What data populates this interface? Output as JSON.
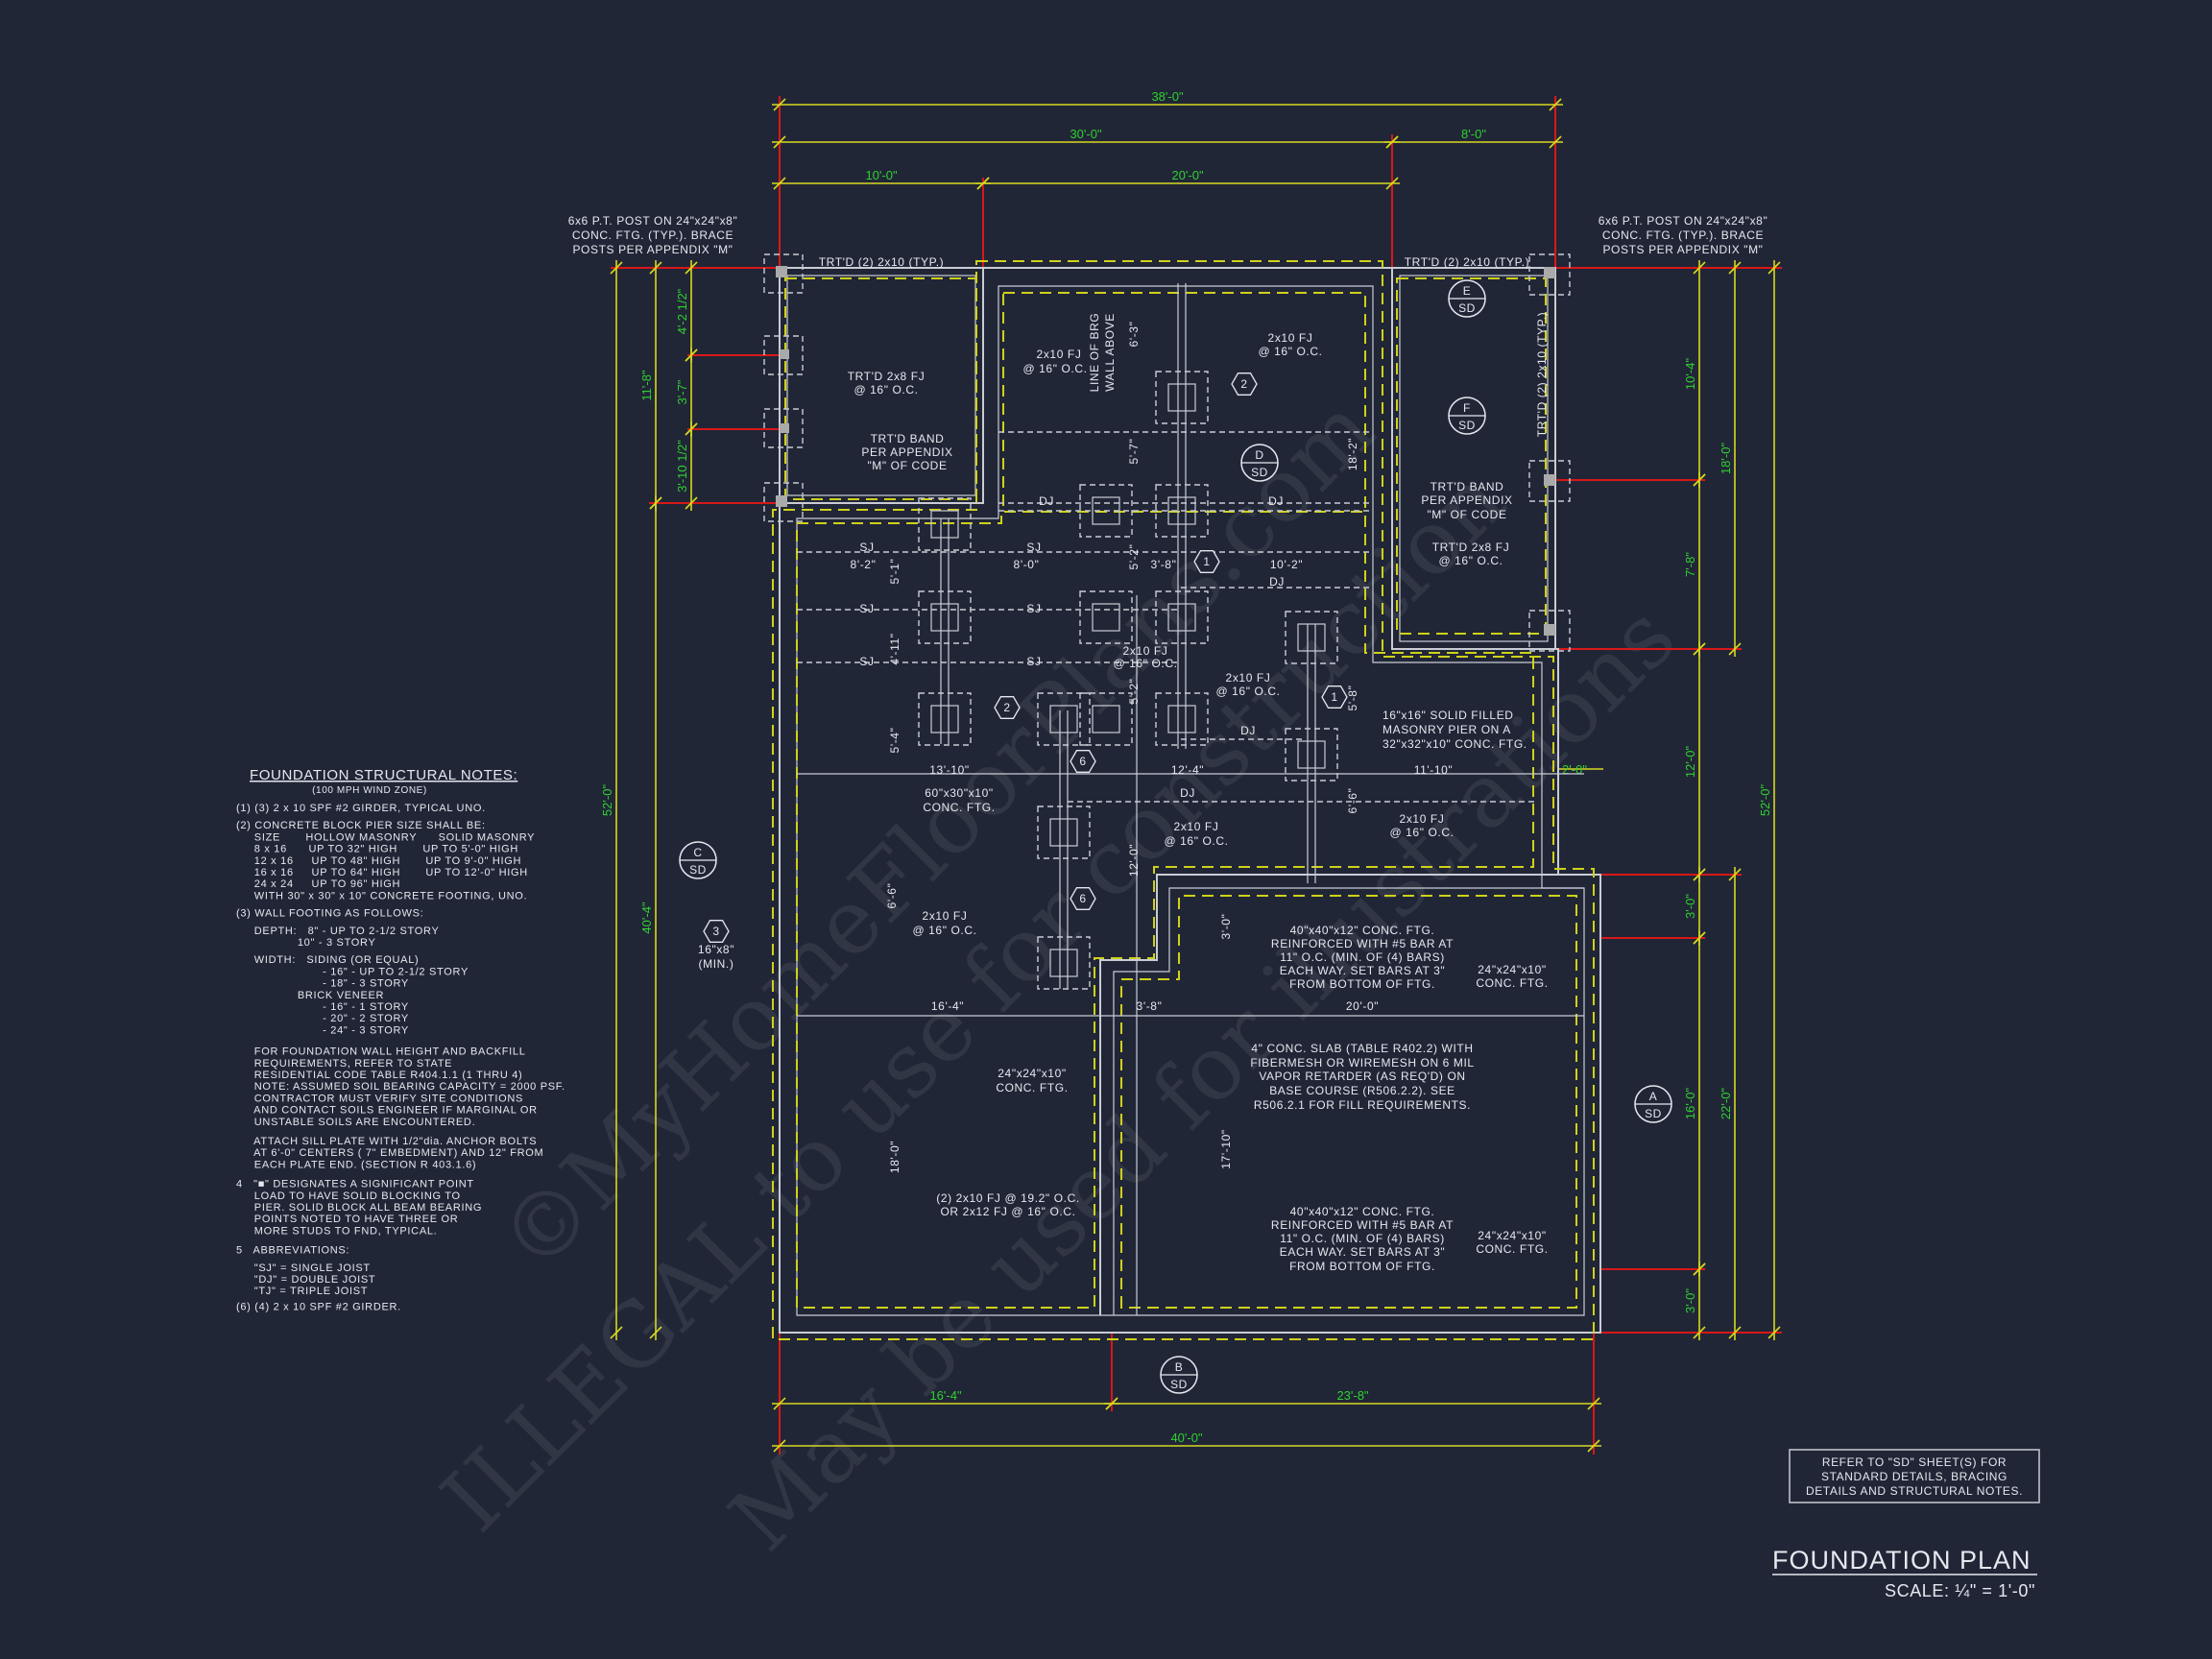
{
  "sheet": {
    "title": "FOUNDATION PLAN",
    "scale": "SCALE: ¼\" = 1'-0\"",
    "refer_note": [
      "REFER TO \"SD\"  SHEET(S) FOR",
      "STANDARD DETAILS, BRACING",
      "DETAILS AND STRUCTURAL NOTES."
    ],
    "watermark": [
      "©MyHomeFloorPlans.com",
      "ILLEGAL to use for construction",
      "May be used for illustrations"
    ]
  },
  "notes": {
    "title": "FOUNDATION STRUCTURAL NOTES:",
    "subtitle": "(100 MPH WIND ZONE)",
    "lines": [
      "(1) (3) 2 x 10 SPF #2 GIRDER, TYPICAL UNO.",
      "(2) CONCRETE BLOCK PIER SIZE SHALL BE:",
      "     SIZE       HOLLOW MASONRY      SOLID MASONRY",
      "     8 x 16      UP TO 32\" HIGH       UP TO 5'-0\" HIGH",
      "     12 x 16     UP TO 48\" HIGH       UP TO 9'-0\" HIGH",
      "     16 x 16     UP TO 64\" HIGH       UP TO 12'-0\" HIGH",
      "     24 x 24     UP TO 96\" HIGH",
      "     WITH 30\" x 30\" x 10\" CONCRETE FOOTING, UNO.",
      "(3) WALL FOOTING AS FOLLOWS:",
      "     DEPTH:   8\" - UP TO 2-1/2 STORY",
      "                 10\" - 3 STORY",
      "     WIDTH:   SIDING (OR EQUAL)",
      "                        - 16\" - UP TO 2-1/2 STORY",
      "                        - 18\" - 3 STORY",
      "                 BRICK VENEER",
      "                        - 16\" - 1 STORY",
      "                        - 20\" - 2 STORY",
      "                        - 24\" - 3 STORY",
      "     FOR FOUNDATION WALL HEIGHT AND BACKFILL",
      "     REQUIREMENTS, REFER TO STATE",
      "     RESIDENTIAL CODE TABLE R404.1.1 (1 THRU 4)",
      "     NOTE: ASSUMED SOIL BEARING CAPACITY = 2000 PSF.",
      "     CONTRACTOR MUST VERIFY SITE CONDITIONS",
      "     AND CONTACT SOILS ENGINEER IF MARGINAL OR",
      "     UNSTABLE SOILS ARE ENCOUNTERED.",
      "     ATTACH SILL PLATE WITH 1/2\"dia. ANCHOR BOLTS",
      "     AT 6'-0\" CENTERS ( 7\" EMBEDMENT) AND 12\" FROM",
      "     EACH PLATE END. (SECTION R 403.1.6)",
      "4   \"■\" DESIGNATES A SIGNIFICANT POINT",
      "     LOAD TO HAVE SOLID BLOCKING TO",
      "     PIER. SOLID BLOCK ALL BEAM BEARING",
      "     POINTS NOTED TO HAVE THREE OR",
      "     MORE STUDS TO FND, TYPICAL.",
      "5   ABBREVIATIONS:",
      "     \"SJ\" = SINGLE JOIST",
      "     \"DJ\" = DOUBLE JOIST",
      "     \"TJ\" = TRIPLE JOIST",
      "(6) (4) 2 x 10 SPF #2 GIRDER."
    ]
  },
  "dimensions": {
    "top": [
      "38'-0\"",
      "30'-0\"",
      "8'-0\"",
      "10'-0\"",
      "20'-0\""
    ],
    "bottom": [
      "16'-4\"",
      "23'-8\"",
      "40'-0\""
    ],
    "left": [
      "52'-0\"",
      "11'-8\"",
      "40'-4\"",
      "4'-2 1/2\"",
      "3'-7\"",
      "3'-10 1/2\""
    ],
    "right": [
      "10'-4\"",
      "7'-8\"",
      "12'-0\"",
      "3'-0\"",
      "16'-0\"",
      "3'-0\"",
      "18'-0\"",
      "22'-0\"",
      "52'-0\"",
      "2'-0\""
    ]
  },
  "plan": {
    "post_note": [
      "6x6 P.T. POST ON 24\"x24\"x8\"",
      "CONC. FTG. (TYP.). BRACE",
      "POSTS PER APPENDIX \"M\""
    ],
    "band_note": [
      "TRT'D BAND",
      "PER APPENDIX",
      "\"M\" OF CODE"
    ],
    "trtd_2x10": "TRT'D (2) 2x10 (TYP.)",
    "trtd_2x8": "TRT'D 2x8 FJ",
    "fj_2x10": "2x10 FJ",
    "oc16": "@ 16\" O.C.",
    "brg_wall": [
      "LINE OF BRG",
      "WALL ABOVE"
    ],
    "dj": "DJ",
    "sj": "SJ",
    "pier_note": [
      "16\"x16\" SOLID FILLED",
      "MASONRY PIER ON A",
      "32\"x32\"x10\" CONC. FTG."
    ],
    "ftg_60": [
      "60\"x30\"x10\"",
      "CONC. FTG."
    ],
    "ftg_24": [
      "24\"x24\"x10\"",
      "CONC. FTG."
    ],
    "ftg_40": [
      "40\"x40\"x12\" CONC. FTG.",
      "REINFORCED WITH #5 BAR AT",
      "11\" O.C. (MIN. OF (4) BARS)",
      "EACH WAY.  SET BARS AT 3\"",
      "FROM BOTTOM OF FTG."
    ],
    "slab_note": [
      "4\" CONC. SLAB (TABLE R402.2) WITH",
      "FIBERMESH OR WIREMESH ON 6 MIL",
      "VAPOR RETARDER (AS REQ'D) ON",
      "BASE COURSE (R506.2.2). SEE",
      "R506.2.1 FOR FILL REQUIREMENTS."
    ],
    "joist_192": [
      "(2) 2x10 FJ @ 19.2\" O.C.",
      "OR 2x12 FJ @ 16\" O.C."
    ],
    "vent": [
      "16\"x8\"",
      "(MIN.)"
    ],
    "inner_dims": [
      "6'-3\"",
      "5'-7\"",
      "18'-2\"",
      "8'-2\"",
      "8'-0\"",
      "5'-1\"",
      "4'-11\"",
      "5'-4\"",
      "5'-2\"",
      "3'-8\"",
      "10'-2\"",
      "5'-2\"",
      "5'-8\"",
      "13'-10\"",
      "12'-4\"",
      "11'-10\"",
      "6'-6\"",
      "12'-0\"",
      "6'-6\"",
      "3'-0\"",
      "16'-4\"",
      "3'-8\"",
      "20'-0\"",
      "18'-0\"",
      "17'-10\""
    ],
    "sections": [
      {
        "letter": "C",
        "sheet": "SD"
      },
      {
        "letter": "E",
        "sheet": "SD"
      },
      {
        "letter": "F",
        "sheet": "SD"
      },
      {
        "letter": "D",
        "sheet": "SD"
      },
      {
        "letter": "A",
        "sheet": "SD"
      },
      {
        "letter": "B",
        "sheet": "SD"
      }
    ],
    "tags": [
      "2",
      "1",
      "1",
      "2",
      "6",
      "6",
      "3"
    ]
  },
  "colors": {
    "background": "#212637",
    "line": "#c9ccd4",
    "dimension": "#d8d820",
    "dimension_text": "#2ed12e",
    "extension": "#d81818",
    "footing": "#cfd11a"
  }
}
